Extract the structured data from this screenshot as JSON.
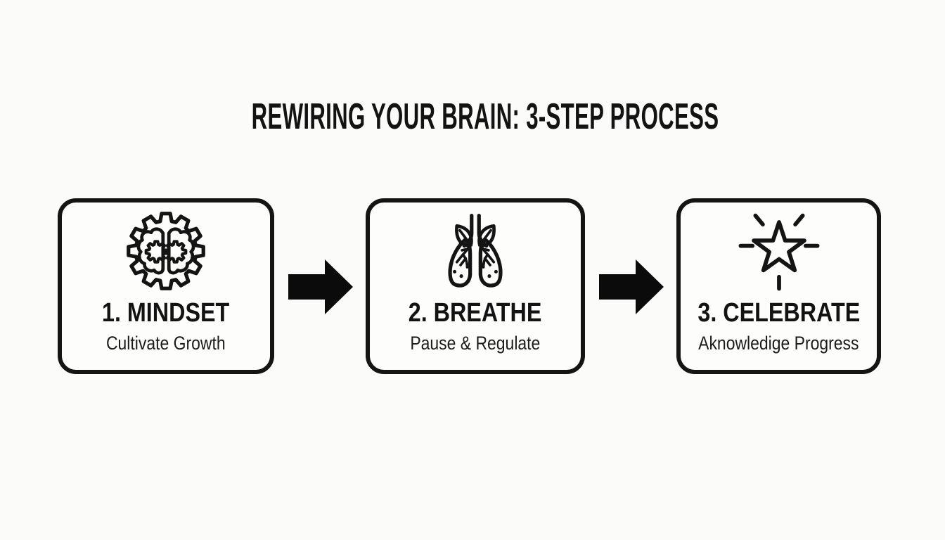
{
  "title": "REWIRING YOUR BRAIN: 3-STEP PROCESS",
  "steps": [
    {
      "label": "1. MINDSET",
      "sublabel": "Cultivate Growth",
      "icon": "brain-gear-icon"
    },
    {
      "label": "2. BREATHE",
      "sublabel": "Pause & Regulate",
      "icon": "lungs-icon"
    },
    {
      "label": "3. CELEBRATE",
      "sublabel": "Aknowledige Progress",
      "icon": "star-burst-icon"
    }
  ],
  "colors": {
    "background": "#fbfbf9",
    "card_fill": "#fdfdfc",
    "ink": "#141414",
    "arrow": "#0b0b0b"
  }
}
